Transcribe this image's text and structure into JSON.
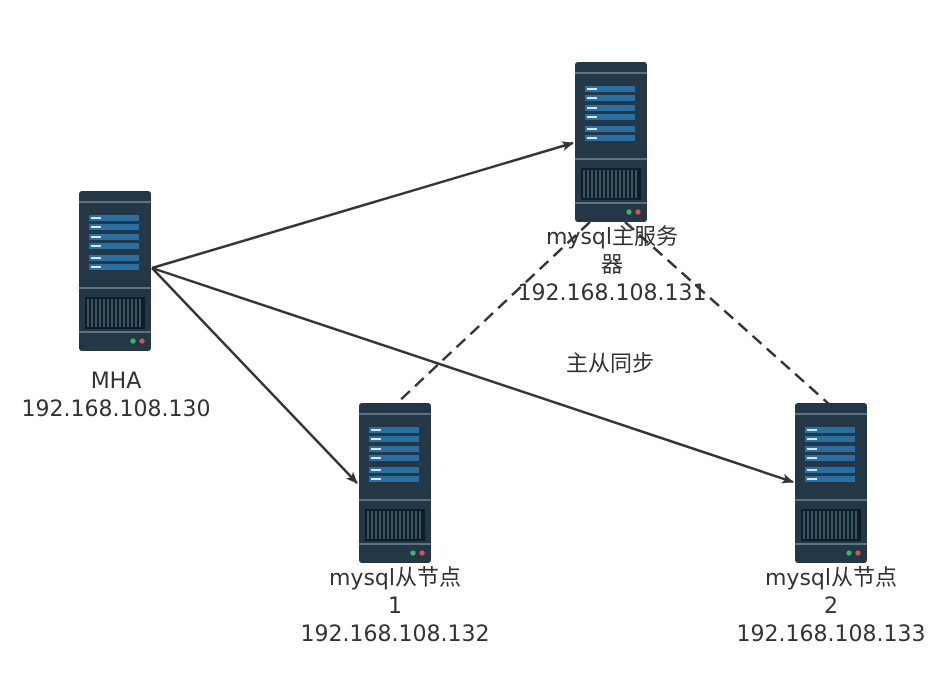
{
  "nodes": {
    "mha": {
      "name": "MHA",
      "ip": "192.168.108.130",
      "icon": "server-icon"
    },
    "master": {
      "name_line1": "mysql主服务",
      "name_line2": "器",
      "ip": "192.168.108.131",
      "icon": "server-icon"
    },
    "slave1": {
      "name_line1": "mysql从节点",
      "name_line2": "1",
      "ip": "192.168.108.132",
      "icon": "server-icon"
    },
    "slave2": {
      "name_line1": "mysql从节点",
      "name_line2": "2",
      "ip": "192.168.108.133",
      "icon": "server-icon"
    }
  },
  "edges": {
    "sync_label": "主从同步"
  },
  "colors": {
    "server_body": "#233746",
    "server_bar": "#2a6fa2",
    "edge": "#333333",
    "led_green": "#3bb56e",
    "led_red": "#d9534f"
  }
}
